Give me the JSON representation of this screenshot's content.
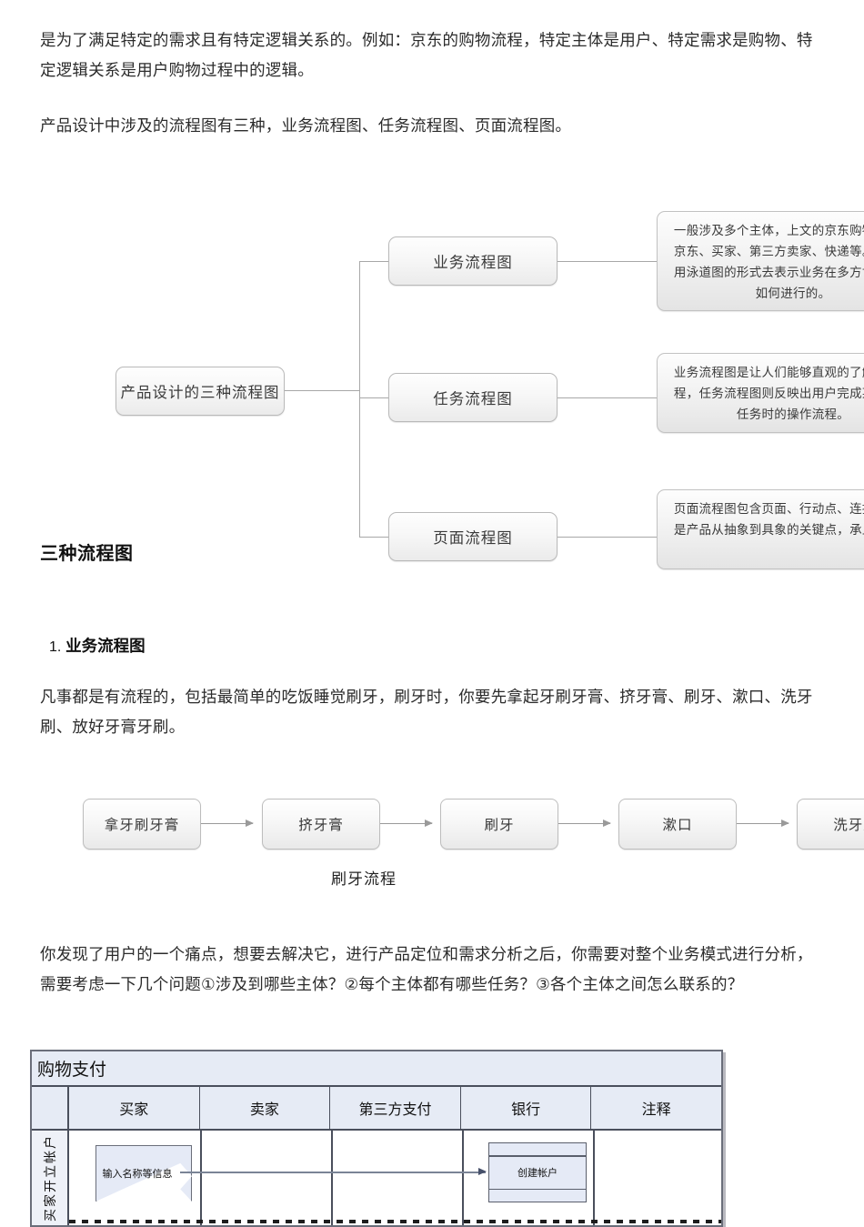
{
  "article": {
    "paragraph_1": "是为了满足特定的需求且有特定逻辑关系的。例如：京东的购物流程，特定主体是用户、特定需求是购物、特定逻辑关系是用户购物过程中的逻辑。",
    "paragraph_2": "产品设计中涉及的流程图有三种，业务流程图、任务流程图、页面流程图。",
    "heading_2": "三种流程图",
    "heading_3_number": "1.",
    "heading_3_text": "业务流程图",
    "paragraph_3": "凡事都是有流程的，包括最简单的吃饭睡觉刷牙，刷牙时，你要先拿起牙刷牙膏、挤牙膏、刷牙、漱口、洗牙刷、放好牙膏牙刷。",
    "paragraph_4": "你发现了用户的一个痛点，想要去解决它，进行产品定位和需求分析之后，你需要对整个业务模式进行分析，需要考虑一下几个问题①涉及到哪些主体？②每个主体都有哪些任务？③各个主体之间怎么联系的？"
  },
  "mindmap": {
    "root": "产品设计的三种流程图",
    "branches": [
      {
        "label": "业务流程图",
        "description": "一般涉及多个主体，上文的京东购物涉及到京东、买家、第三方卖家、快递等。一般会用泳道图的形式去表示业务在多方协作下是如何进行的。"
      },
      {
        "label": "任务流程图",
        "description": "业务流程图是让人们能够直观的了解业务流程，任务流程图则反映出用户完成某个具体任务时的操作流程。"
      },
      {
        "label": "页面流程图",
        "description": "页面流程图包含页面、行动点、连接线，它是产品从抽象到具象的关键点，承上启下。"
      }
    ]
  },
  "brushing_flow": {
    "caption": "刷牙流程",
    "steps": [
      "拿牙刷牙膏",
      "挤牙膏",
      "刷牙",
      "漱口",
      "洗牙刷"
    ]
  },
  "swimlane": {
    "title": "购物支付",
    "columns": [
      "买家",
      "卖家",
      "第三方支付",
      "银行",
      "注释"
    ],
    "lane_label": "买家开立帐户",
    "shapes": [
      {
        "name": "输入名称等信息",
        "type": "document"
      },
      {
        "name": "创建帐户",
        "type": "subprocess"
      }
    ]
  },
  "colors": {
    "page_background": "#ffffff",
    "body_text": "#2b2b2b",
    "node_border": "#b9b9b9",
    "node_fill_top": "#fefefe",
    "node_fill_bottom": "#ebebeb",
    "connector": "#a8a8a8",
    "swimlane_border": "#6a6e7a",
    "swimlane_header_fill": "#e6ebf5",
    "swimlane_shape_fill": "#e5eaf6"
  }
}
